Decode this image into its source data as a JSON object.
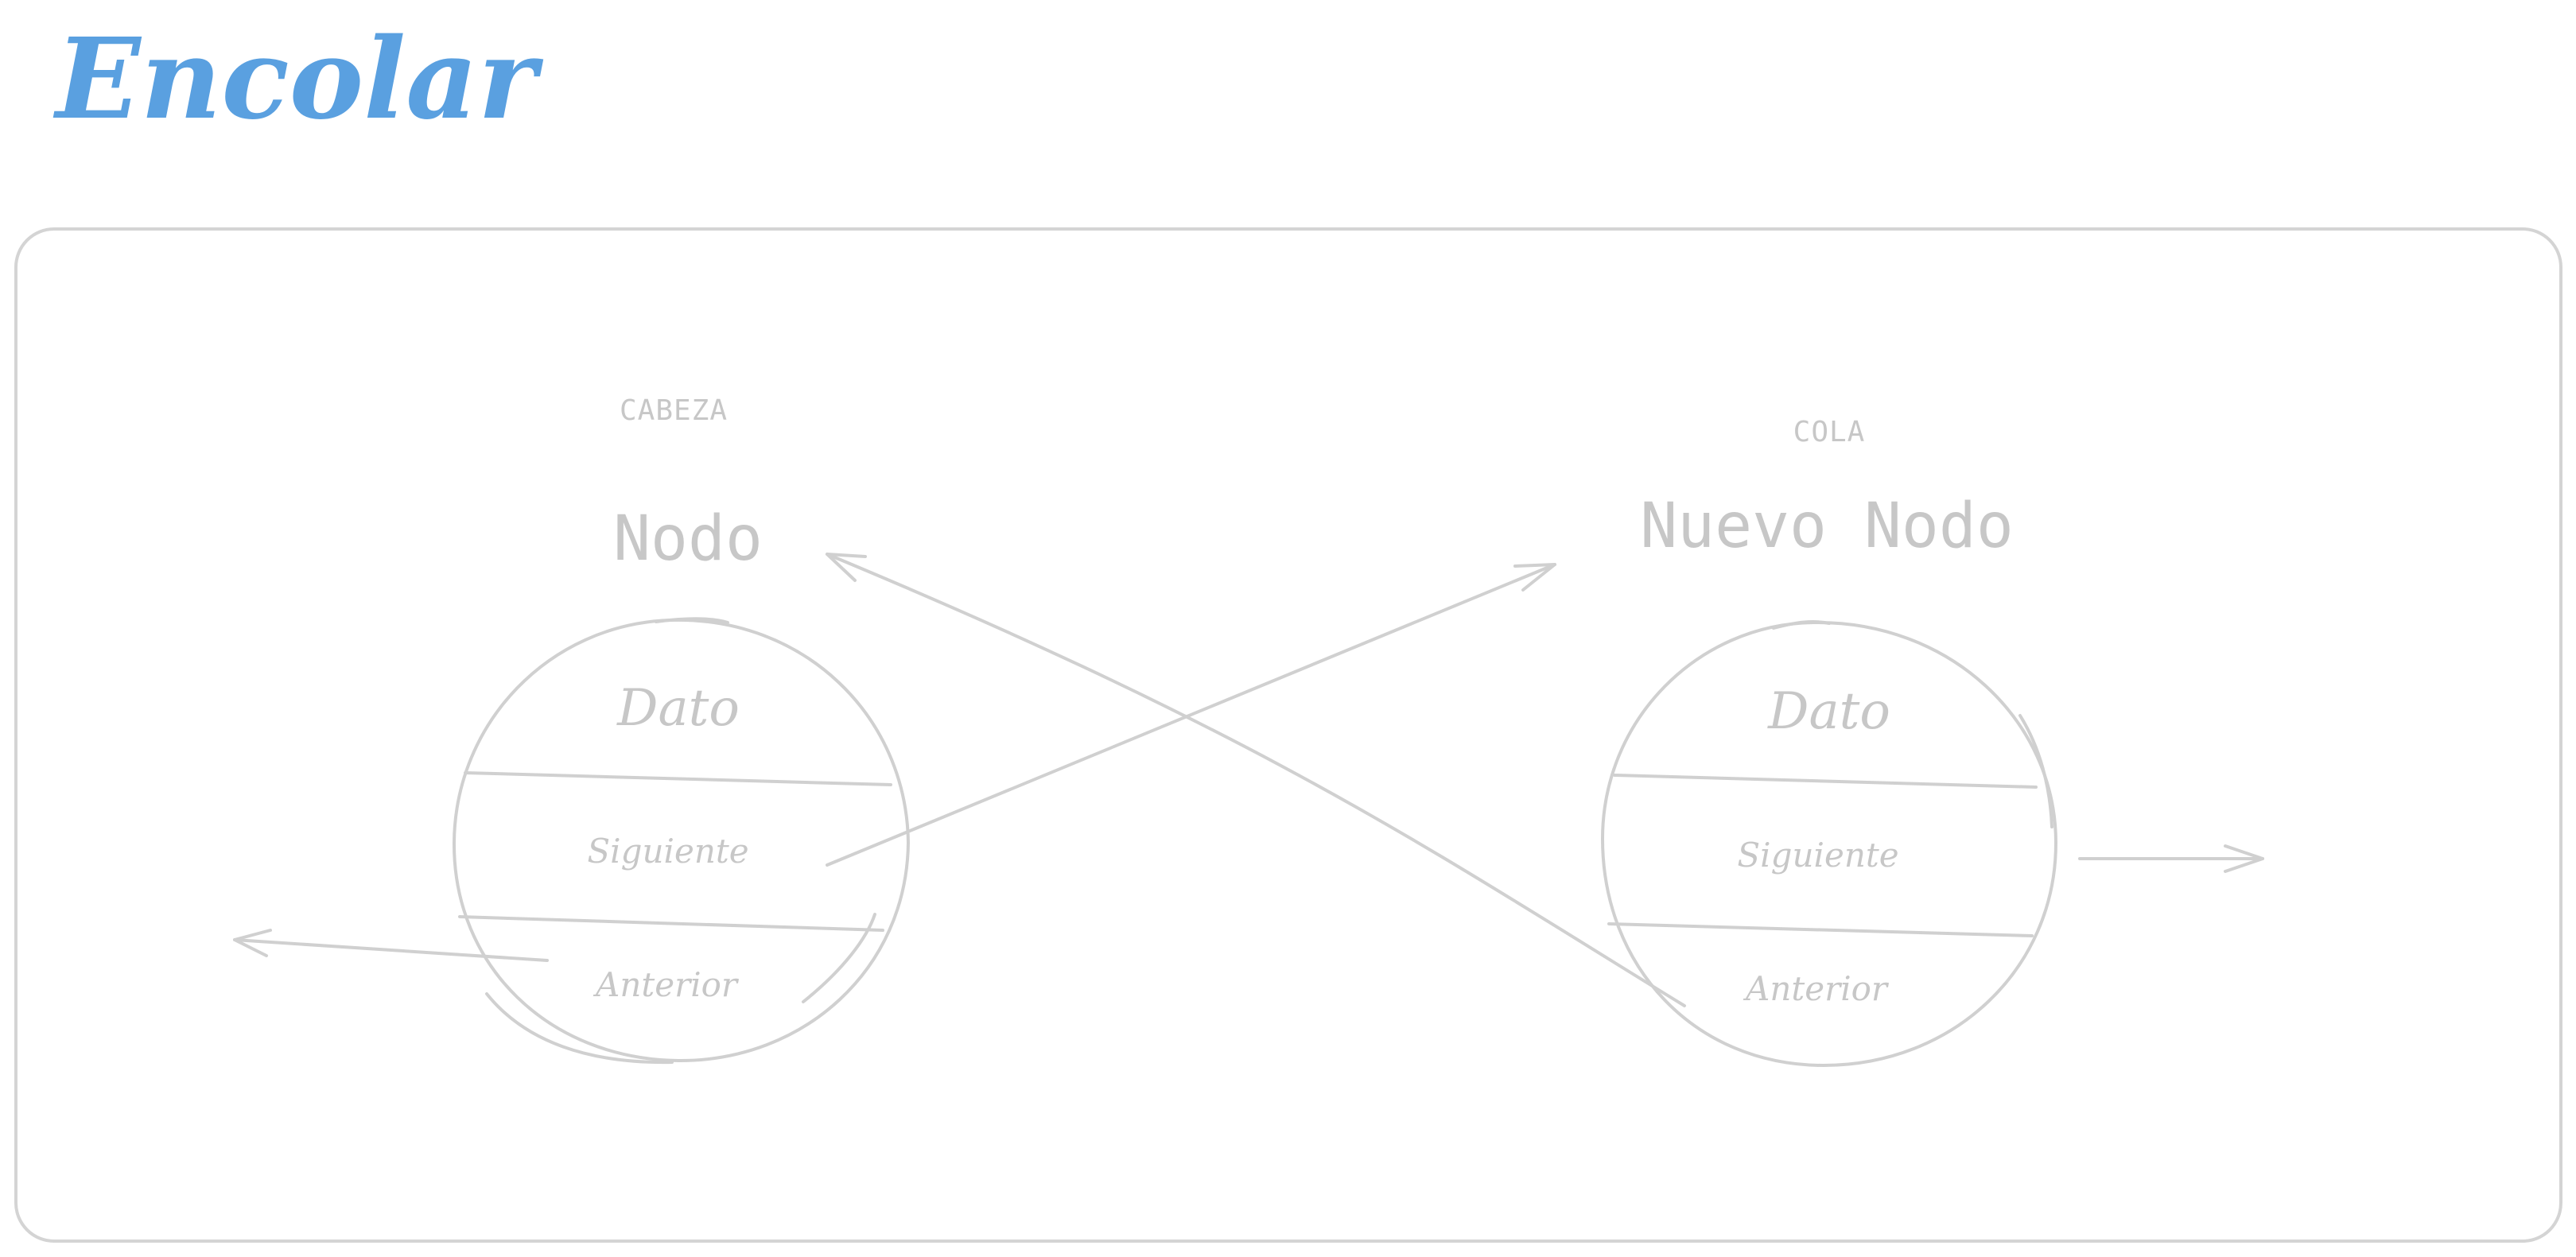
{
  "title": "Encolar",
  "head_node": {
    "role": "CABEZA",
    "name": "Nodo",
    "fields": [
      "Dato",
      "Siguiente",
      "Anterior"
    ]
  },
  "tail_node": {
    "role": "COLA",
    "name": "Nuevo Nodo",
    "fields": [
      "Dato",
      "Siguiente",
      "Anterior"
    ]
  },
  "colors": {
    "title": "#5aa0e0",
    "sketch": "#d0d0d0",
    "frame": "#d4d4d4"
  }
}
